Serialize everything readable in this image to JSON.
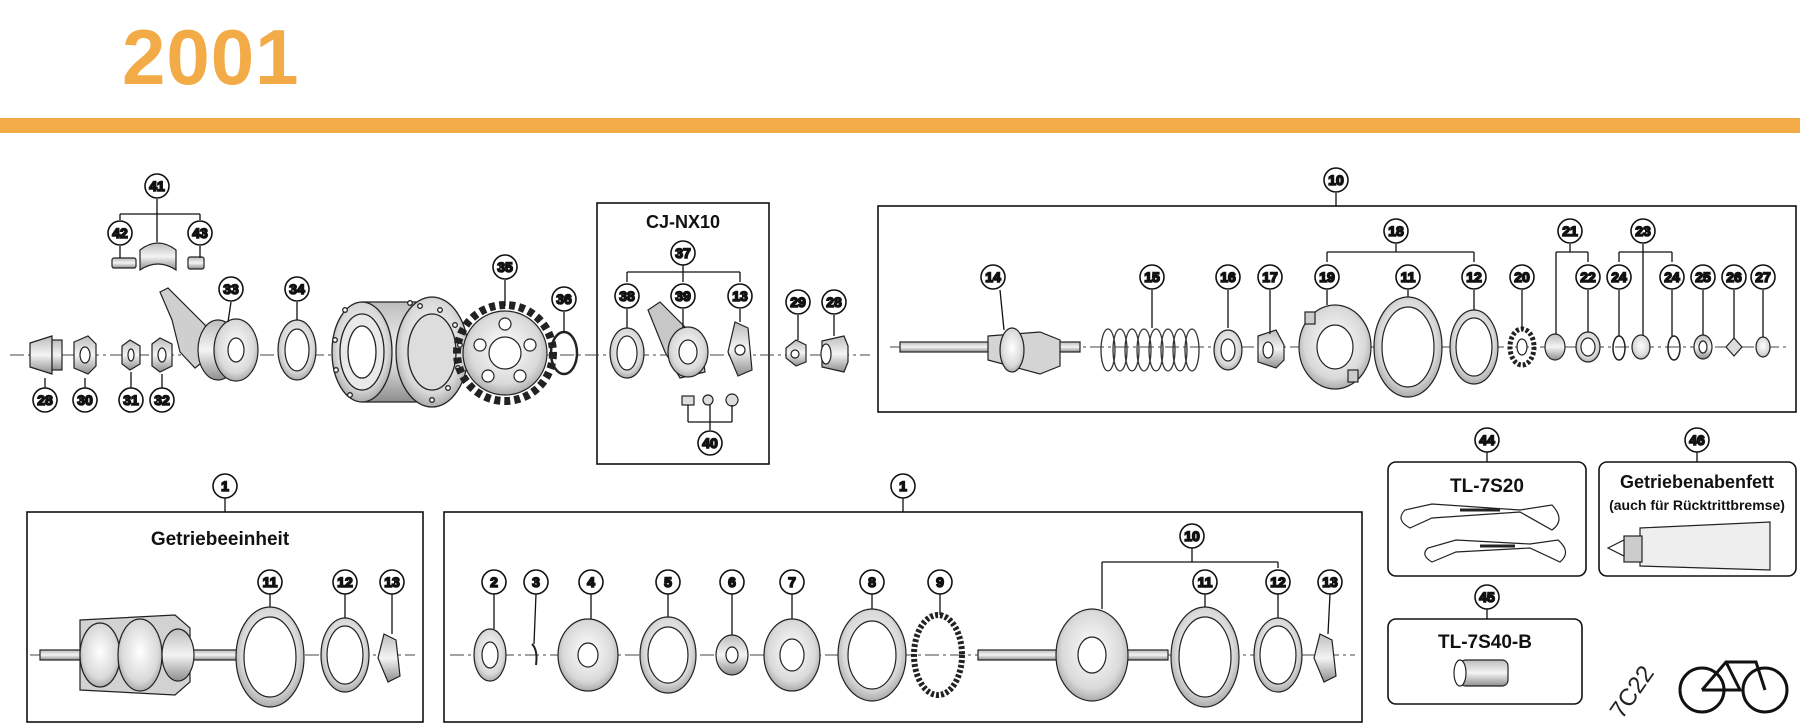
{
  "header": {
    "year": "2001",
    "accent_color": "#f2ab47"
  },
  "boxes": {
    "cj_nx10": "CJ-NX10",
    "getriebeeinheit": "Getriebeeinheit",
    "tl_7s20": "TL-7S20",
    "tl_7s40_b": "TL-7S40-B",
    "fett_title": "Getriebenabenfett",
    "fett_sub": "(auch für Rücktrittbremse)"
  },
  "callouts": {
    "c28": "28",
    "c30": "30",
    "c31": "31",
    "c32": "32",
    "c33": "33",
    "c34": "34",
    "c35": "35",
    "c36": "36",
    "c41": "41",
    "c42": "42",
    "c43": "43",
    "c37": "37",
    "c38": "38",
    "c39": "39",
    "c13": "13",
    "c40": "40",
    "c29": "29",
    "c28b": "28",
    "c10": "10",
    "c14": "14",
    "c15": "15",
    "c16": "16",
    "c17": "17",
    "c18": "18",
    "c19": "19",
    "c11": "11",
    "c12": "12",
    "c20": "20",
    "c21": "21",
    "c22": "22",
    "c23": "23",
    "c24a": "24",
    "c24b": "24",
    "c25": "25",
    "c26": "26",
    "c27": "27",
    "c44": "44",
    "c46": "46",
    "c45": "45",
    "c1a": "1",
    "c11a": "11",
    "c12a": "12",
    "c13a": "13",
    "c1b": "1",
    "c2": "2",
    "c3": "3",
    "c4": "4",
    "c5": "5",
    "c6": "6",
    "c7": "7",
    "c8": "8",
    "c9": "9",
    "c10b": "10",
    "c11b": "11",
    "c12b": "12",
    "c13b": "13"
  },
  "code": "7C22",
  "icons": {
    "logo": "bicycle-logo-icon"
  }
}
